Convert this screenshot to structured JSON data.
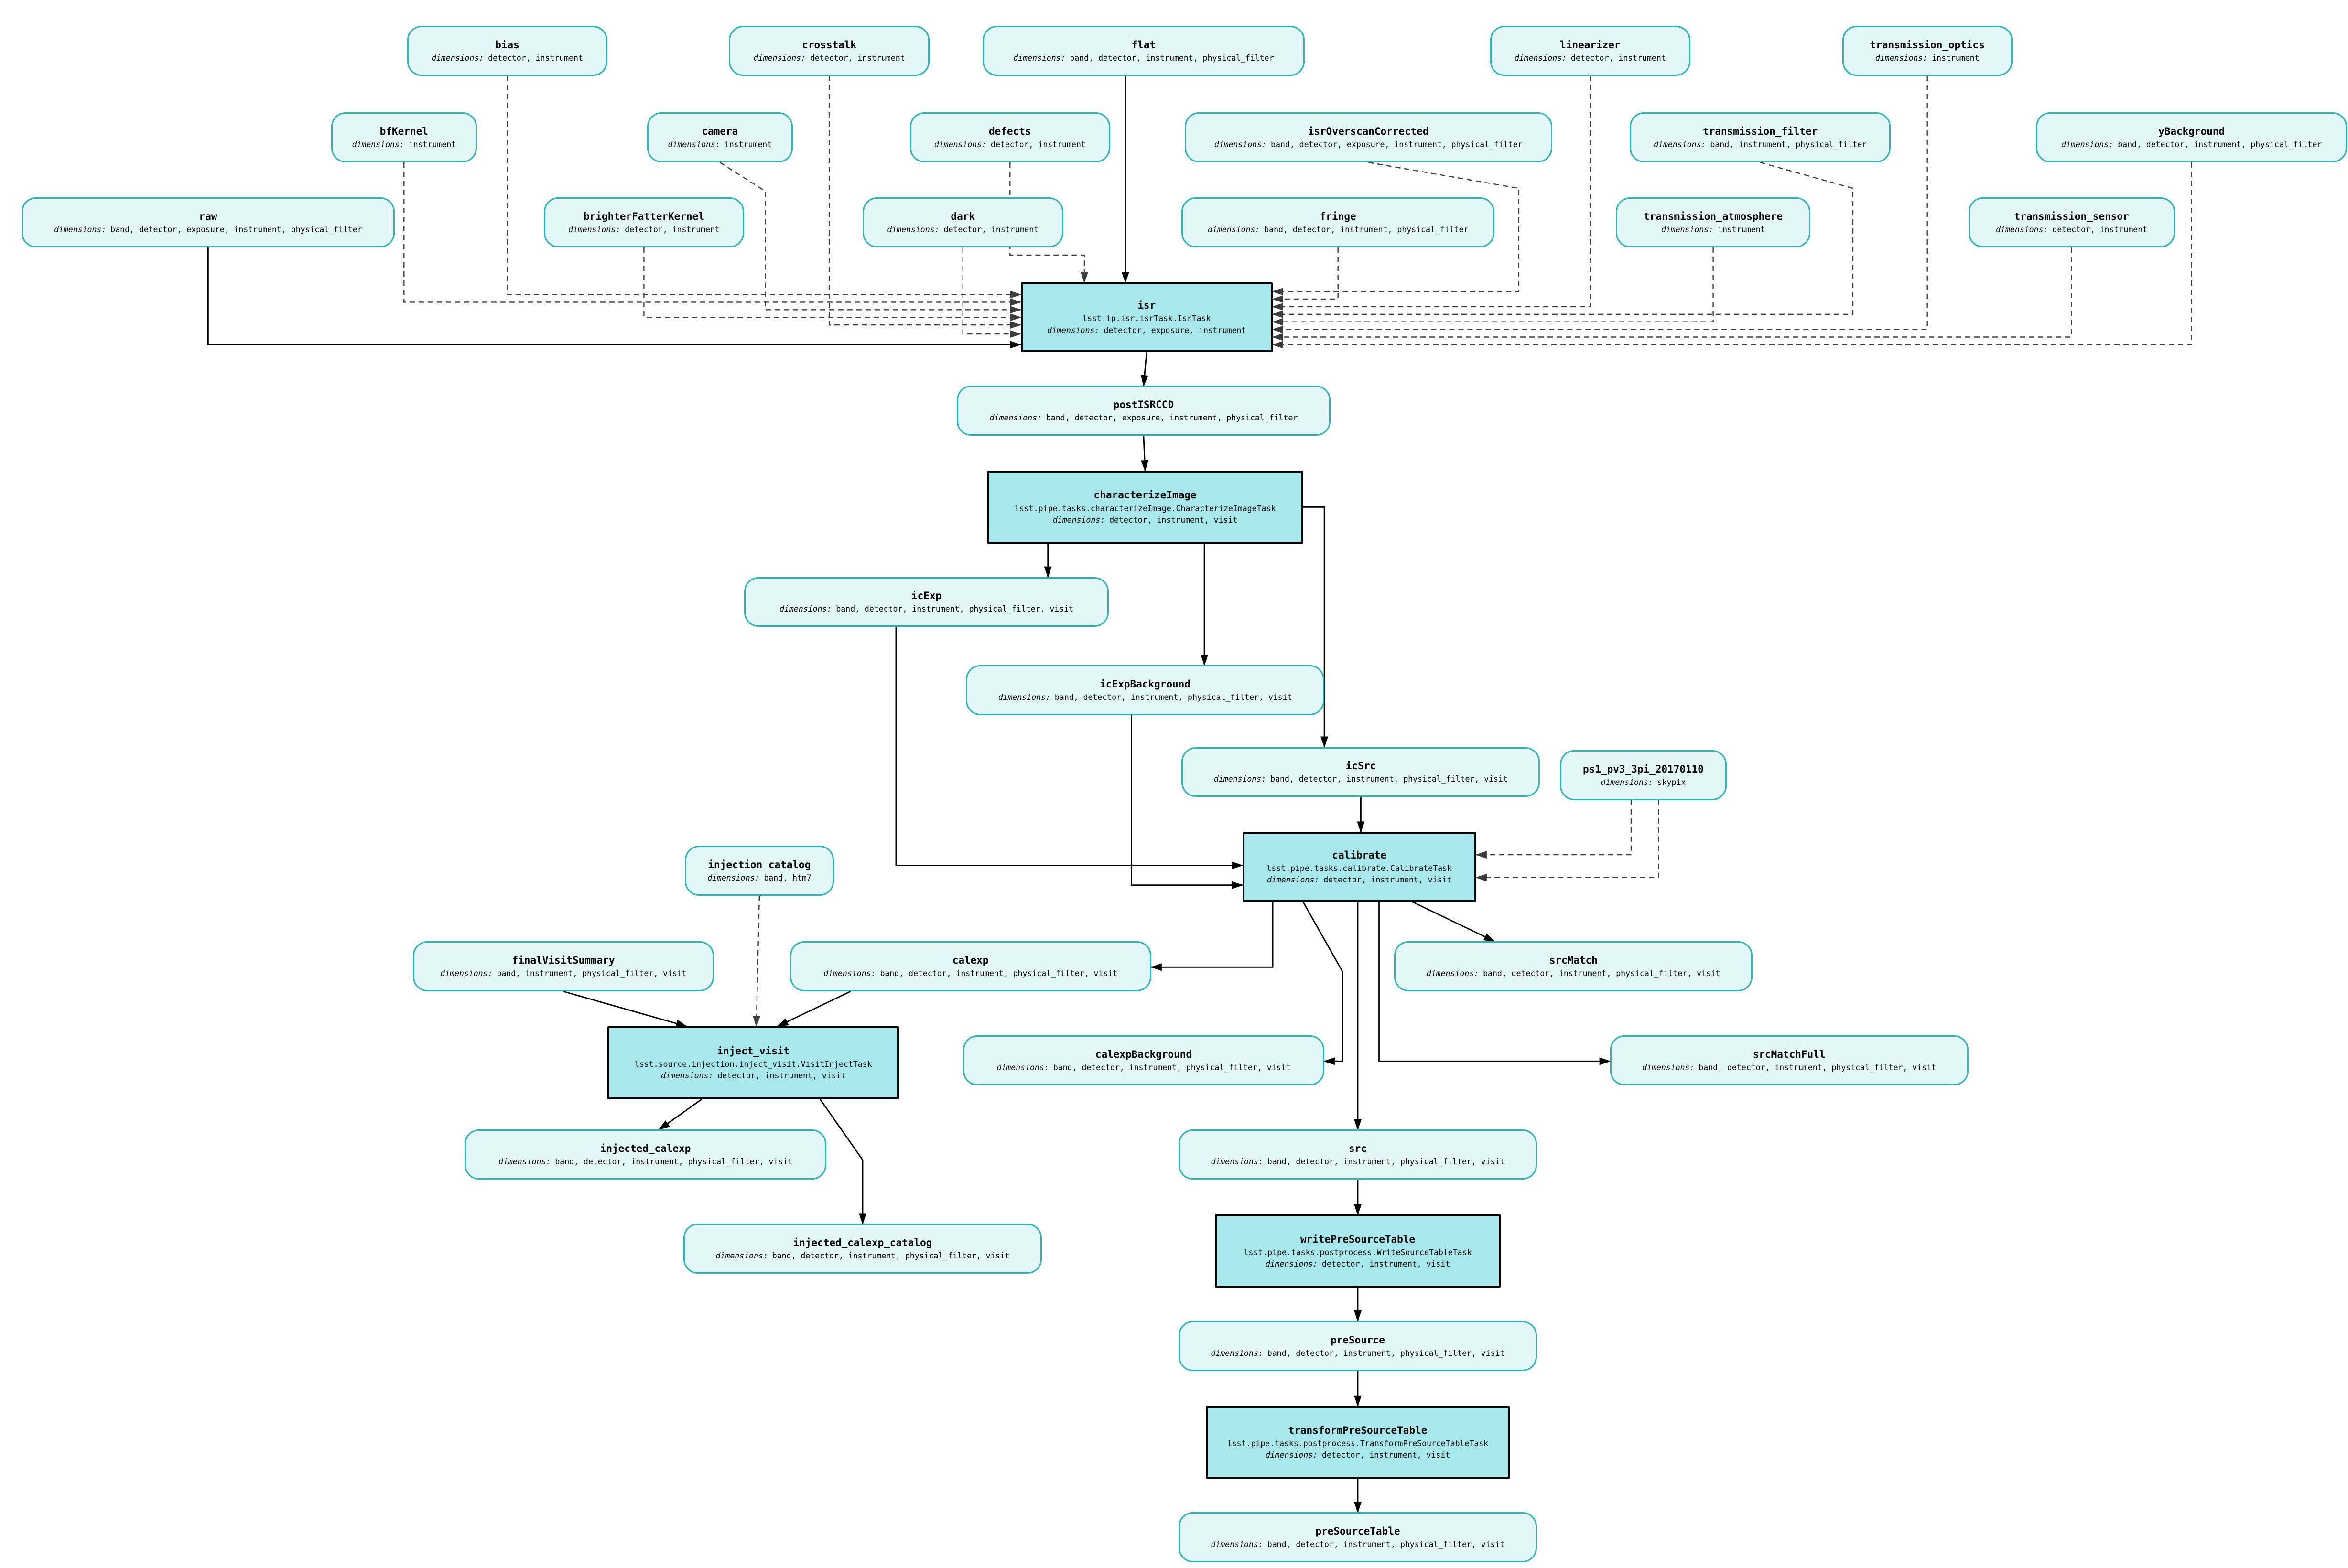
{
  "labels": {
    "dimensions": "dimensions:"
  },
  "colors": {
    "dataset_fill": "#E3F7F8",
    "dataset_border": "#2AB5B8",
    "task_fill": "#A6E8EB",
    "task_border": "#000000",
    "edge_solid": "#000000",
    "edge_dashed": "#3d3d3d"
  },
  "diagram": {
    "nodes": [
      {
        "id": "bias",
        "kind": "dataset",
        "title": "bias",
        "dims": "detector, instrument"
      },
      {
        "id": "crosstalk",
        "kind": "dataset",
        "title": "crosstalk",
        "dims": "detector, instrument"
      },
      {
        "id": "flat",
        "kind": "dataset",
        "title": "flat",
        "dims": "band, detector, instrument, physical_filter"
      },
      {
        "id": "linearizer",
        "kind": "dataset",
        "title": "linearizer",
        "dims": "detector, instrument"
      },
      {
        "id": "transmission_optics",
        "kind": "dataset",
        "title": "transmission_optics",
        "dims": "instrument"
      },
      {
        "id": "bfKernel",
        "kind": "dataset",
        "title": "bfKernel",
        "dims": "instrument"
      },
      {
        "id": "camera",
        "kind": "dataset",
        "title": "camera",
        "dims": "instrument"
      },
      {
        "id": "defects",
        "kind": "dataset",
        "title": "defects",
        "dims": "detector, instrument"
      },
      {
        "id": "isrOverscanCorrected",
        "kind": "dataset",
        "title": "isrOverscanCorrected",
        "dims": "band, detector, exposure, instrument, physical_filter"
      },
      {
        "id": "transmission_filter",
        "kind": "dataset",
        "title": "transmission_filter",
        "dims": "band, instrument, physical_filter"
      },
      {
        "id": "yBackground",
        "kind": "dataset",
        "title": "yBackground",
        "dims": "band, detector, instrument, physical_filter"
      },
      {
        "id": "raw",
        "kind": "dataset",
        "title": "raw",
        "dims": "band, detector, exposure, instrument, physical_filter"
      },
      {
        "id": "brighterFatterKernel",
        "kind": "dataset",
        "title": "brighterFatterKernel",
        "dims": "detector, instrument"
      },
      {
        "id": "dark",
        "kind": "dataset",
        "title": "dark",
        "dims": "detector, instrument"
      },
      {
        "id": "fringe",
        "kind": "dataset",
        "title": "fringe",
        "dims": "band, detector, instrument, physical_filter"
      },
      {
        "id": "transmission_atmosphere",
        "kind": "dataset",
        "title": "transmission_atmosphere",
        "dims": "instrument"
      },
      {
        "id": "transmission_sensor",
        "kind": "dataset",
        "title": "transmission_sensor",
        "dims": "detector, instrument"
      },
      {
        "id": "isr",
        "kind": "task",
        "title": "isr",
        "task_class": "lsst.ip.isr.isrTask.IsrTask",
        "dims": "detector, exposure, instrument"
      },
      {
        "id": "postISRCCD",
        "kind": "dataset",
        "title": "postISRCCD",
        "dims": "band, detector, exposure, instrument, physical_filter"
      },
      {
        "id": "characterizeImage",
        "kind": "task",
        "title": "characterizeImage",
        "task_class": "lsst.pipe.tasks.characterizeImage.CharacterizeImageTask",
        "dims": "detector, instrument, visit"
      },
      {
        "id": "icExp",
        "kind": "dataset",
        "title": "icExp",
        "dims": "band, detector, instrument, physical_filter, visit"
      },
      {
        "id": "icExpBackground",
        "kind": "dataset",
        "title": "icExpBackground",
        "dims": "band, detector, instrument, physical_filter, visit"
      },
      {
        "id": "icSrc",
        "kind": "dataset",
        "title": "icSrc",
        "dims": "band, detector, instrument, physical_filter, visit"
      },
      {
        "id": "ps1_pv3_3pi_20170110",
        "kind": "dataset",
        "title": "ps1_pv3_3pi_20170110",
        "dims": "skypix"
      },
      {
        "id": "calibrate",
        "kind": "task",
        "title": "calibrate",
        "task_class": "lsst.pipe.tasks.calibrate.CalibrateTask",
        "dims": "detector, instrument, visit"
      },
      {
        "id": "injection_catalog",
        "kind": "dataset",
        "title": "injection_catalog",
        "dims": "band, htm7"
      },
      {
        "id": "finalVisitSummary",
        "kind": "dataset",
        "title": "finalVisitSummary",
        "dims": "band, instrument, physical_filter, visit"
      },
      {
        "id": "calexp",
        "kind": "dataset",
        "title": "calexp",
        "dims": "band, detector, instrument, physical_filter, visit"
      },
      {
        "id": "srcMatch",
        "kind": "dataset",
        "title": "srcMatch",
        "dims": "band, detector, instrument, physical_filter, visit"
      },
      {
        "id": "inject_visit",
        "kind": "task",
        "title": "inject_visit",
        "task_class": "lsst.source.injection.inject_visit.VisitInjectTask",
        "dims": "detector, instrument, visit"
      },
      {
        "id": "calexpBackground",
        "kind": "dataset",
        "title": "calexpBackground",
        "dims": "band, detector, instrument, physical_filter, visit"
      },
      {
        "id": "srcMatchFull",
        "kind": "dataset",
        "title": "srcMatchFull",
        "dims": "band, detector, instrument, physical_filter, visit"
      },
      {
        "id": "injected_calexp",
        "kind": "dataset",
        "title": "injected_calexp",
        "dims": "band, detector, instrument, physical_filter, visit"
      },
      {
        "id": "src",
        "kind": "dataset",
        "title": "src",
        "dims": "band, detector, instrument, physical_filter, visit"
      },
      {
        "id": "injected_calexp_catalog",
        "kind": "dataset",
        "title": "injected_calexp_catalog",
        "dims": "band, detector, instrument, physical_filter, visit"
      },
      {
        "id": "writePreSourceTable",
        "kind": "task",
        "title": "writePreSourceTable",
        "task_class": "lsst.pipe.tasks.postprocess.WriteSourceTableTask",
        "dims": "detector, instrument, visit"
      },
      {
        "id": "preSource",
        "kind": "dataset",
        "title": "preSource",
        "dims": "band, detector, instrument, physical_filter, visit"
      },
      {
        "id": "transformPreSourceTable",
        "kind": "task",
        "title": "transformPreSourceTable",
        "task_class": "lsst.pipe.tasks.postprocess.TransformPreSourceTableTask",
        "dims": "detector, instrument, visit"
      },
      {
        "id": "preSourceTable",
        "kind": "dataset",
        "title": "preSourceTable",
        "dims": "band, detector, instrument, physical_filter, visit"
      }
    ],
    "edges": [
      {
        "from": "bias",
        "to": "isr",
        "style": "dashed"
      },
      {
        "from": "crosstalk",
        "to": "isr",
        "style": "dashed"
      },
      {
        "from": "flat",
        "to": "isr",
        "style": "solid"
      },
      {
        "from": "linearizer",
        "to": "isr",
        "style": "dashed"
      },
      {
        "from": "transmission_optics",
        "to": "isr",
        "style": "dashed"
      },
      {
        "from": "bfKernel",
        "to": "isr",
        "style": "dashed"
      },
      {
        "from": "camera",
        "to": "isr",
        "style": "dashed"
      },
      {
        "from": "defects",
        "to": "isr",
        "style": "dashed"
      },
      {
        "from": "isrOverscanCorrected",
        "to": "isr",
        "style": "dashed"
      },
      {
        "from": "transmission_filter",
        "to": "isr",
        "style": "dashed"
      },
      {
        "from": "yBackground",
        "to": "isr",
        "style": "dashed"
      },
      {
        "from": "raw",
        "to": "isr",
        "style": "solid"
      },
      {
        "from": "brighterFatterKernel",
        "to": "isr",
        "style": "dashed"
      },
      {
        "from": "dark",
        "to": "isr",
        "style": "dashed"
      },
      {
        "from": "fringe",
        "to": "isr",
        "style": "dashed"
      },
      {
        "from": "transmission_atmosphere",
        "to": "isr",
        "style": "dashed"
      },
      {
        "from": "transmission_sensor",
        "to": "isr",
        "style": "dashed"
      },
      {
        "from": "isr",
        "to": "postISRCCD",
        "style": "solid"
      },
      {
        "from": "postISRCCD",
        "to": "characterizeImage",
        "style": "solid"
      },
      {
        "from": "characterizeImage",
        "to": "icExp",
        "style": "solid"
      },
      {
        "from": "characterizeImage",
        "to": "icExpBackground",
        "style": "solid"
      },
      {
        "from": "characterizeImage",
        "to": "icSrc",
        "style": "solid"
      },
      {
        "from": "icExp",
        "to": "calibrate",
        "style": "solid"
      },
      {
        "from": "icExpBackground",
        "to": "calibrate",
        "style": "solid"
      },
      {
        "from": "icSrc",
        "to": "calibrate",
        "style": "solid"
      },
      {
        "from": "ps1_pv3_3pi_20170110",
        "to": "calibrate",
        "style": "dashed"
      },
      {
        "from": "ps1_pv3_3pi_20170110",
        "to": "calibrate",
        "style": "dashed"
      },
      {
        "from": "calibrate",
        "to": "calexp",
        "style": "solid"
      },
      {
        "from": "calibrate",
        "to": "calexpBackground",
        "style": "solid"
      },
      {
        "from": "calibrate",
        "to": "src",
        "style": "solid"
      },
      {
        "from": "calibrate",
        "to": "srcMatch",
        "style": "solid"
      },
      {
        "from": "calibrate",
        "to": "srcMatchFull",
        "style": "solid"
      },
      {
        "from": "injection_catalog",
        "to": "inject_visit",
        "style": "dashed"
      },
      {
        "from": "finalVisitSummary",
        "to": "inject_visit",
        "style": "solid"
      },
      {
        "from": "calexp",
        "to": "inject_visit",
        "style": "solid"
      },
      {
        "from": "inject_visit",
        "to": "injected_calexp",
        "style": "solid"
      },
      {
        "from": "inject_visit",
        "to": "injected_calexp_catalog",
        "style": "solid"
      },
      {
        "from": "src",
        "to": "writePreSourceTable",
        "style": "solid"
      },
      {
        "from": "writePreSourceTable",
        "to": "preSource",
        "style": "solid"
      },
      {
        "from": "preSource",
        "to": "transformPreSourceTable",
        "style": "solid"
      },
      {
        "from": "transformPreSourceTable",
        "to": "preSourceTable",
        "style": "solid"
      }
    ]
  }
}
